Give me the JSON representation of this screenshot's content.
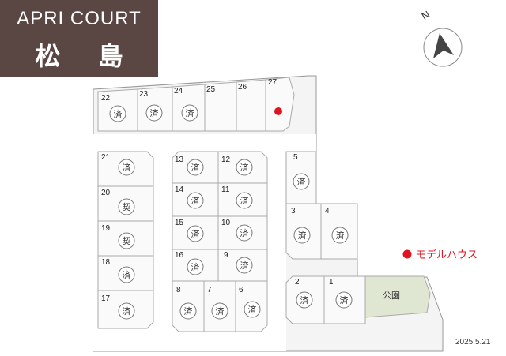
{
  "title": {
    "en": "APRI COURT",
    "ja": "松 島"
  },
  "compass": {
    "label": "N"
  },
  "legend": {
    "model_house": "モデルハウス"
  },
  "park": {
    "label": "公園"
  },
  "date": "2025.5.21",
  "status_labels": {
    "sold": "済",
    "contract": "契"
  },
  "colors": {
    "title_bg": "#5a4642",
    "model_house_dot": "#e0141e",
    "park_fill": "#dfe7d3"
  },
  "lots": [
    {
      "num": "1",
      "status": "済"
    },
    {
      "num": "2",
      "status": "済"
    },
    {
      "num": "3",
      "status": "済"
    },
    {
      "num": "4",
      "status": "済"
    },
    {
      "num": "5",
      "status": "済"
    },
    {
      "num": "6",
      "status": "済"
    },
    {
      "num": "7",
      "status": "済"
    },
    {
      "num": "8",
      "status": "済"
    },
    {
      "num": "9",
      "status": "済"
    },
    {
      "num": "10",
      "status": "済"
    },
    {
      "num": "11",
      "status": "済"
    },
    {
      "num": "12",
      "status": "済"
    },
    {
      "num": "13",
      "status": "済"
    },
    {
      "num": "14",
      "status": "済"
    },
    {
      "num": "15",
      "status": "済"
    },
    {
      "num": "16",
      "status": "済"
    },
    {
      "num": "17",
      "status": "済"
    },
    {
      "num": "18",
      "status": "済"
    },
    {
      "num": "19",
      "status": "契"
    },
    {
      "num": "20",
      "status": "契"
    },
    {
      "num": "21",
      "status": "済"
    },
    {
      "num": "22",
      "status": "済"
    },
    {
      "num": "23",
      "status": "済"
    },
    {
      "num": "24",
      "status": "済"
    },
    {
      "num": "25",
      "status": ""
    },
    {
      "num": "26",
      "status": ""
    },
    {
      "num": "27",
      "status": "",
      "model_house": true
    }
  ]
}
